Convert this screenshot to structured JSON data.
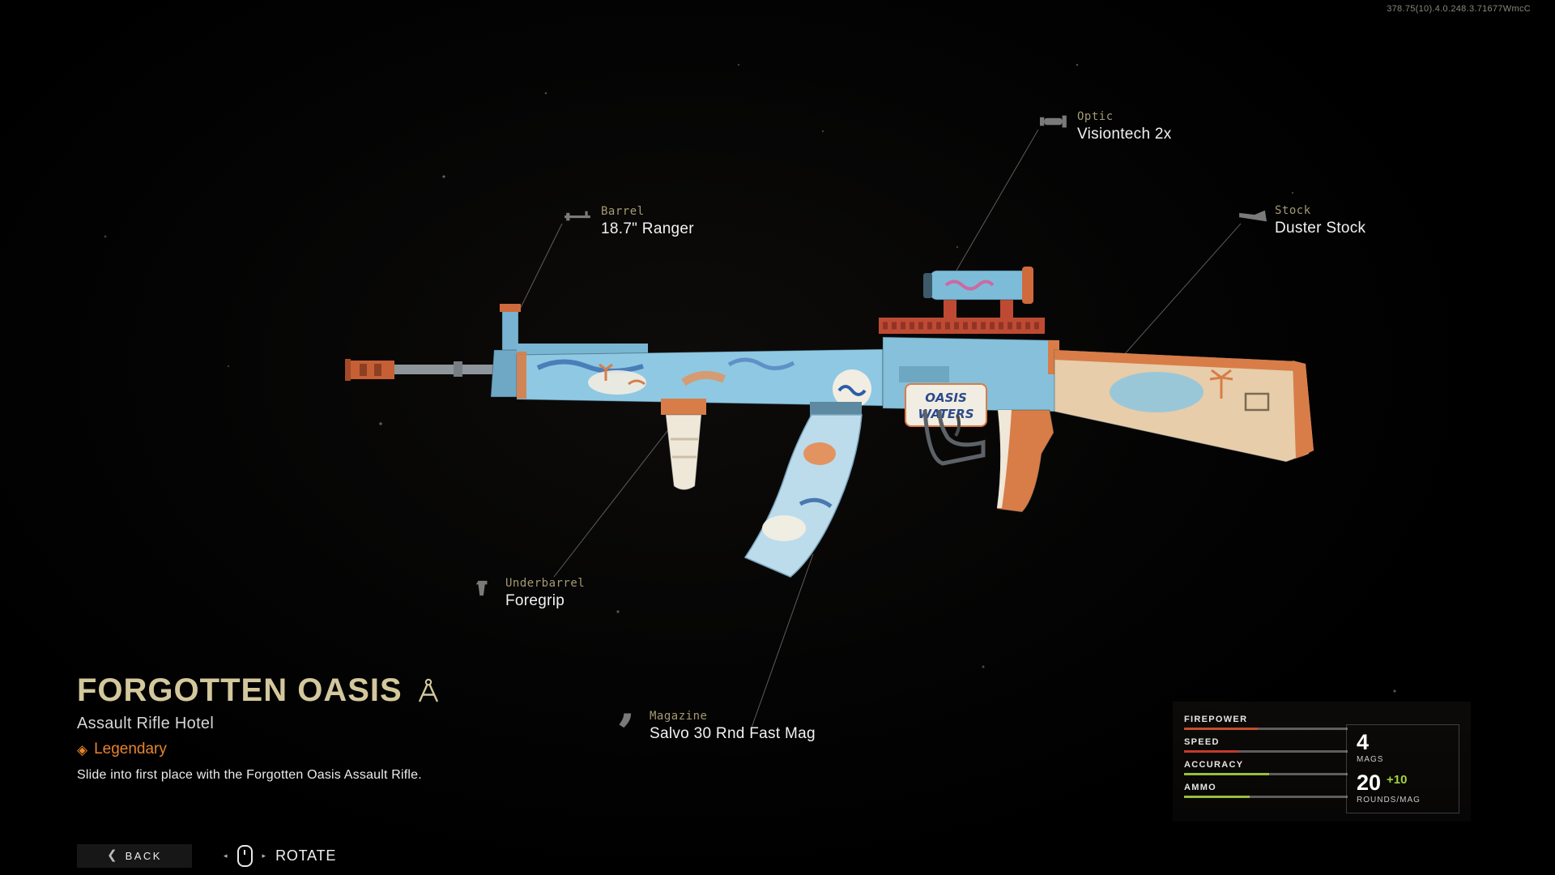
{
  "build_version": "378.75(10).4.0.248.3.71677WmcC",
  "weapon": {
    "name": "FORGOTTEN OASIS",
    "class_line": "Assault Rifle Hotel",
    "rarity": "Legendary",
    "description": "Slide into first place with the Forgotten Oasis Assault Rifle.",
    "graffiti_line1": "OASIS",
    "graffiti_line2": "WATERS"
  },
  "attachments": [
    {
      "category": "Optic",
      "name": "Visiontech 2x"
    },
    {
      "category": "Barrel",
      "name": "18.7\" Ranger"
    },
    {
      "category": "Stock",
      "name": "Duster Stock"
    },
    {
      "category": "Underbarrel",
      "name": "Foregrip"
    },
    {
      "category": "Magazine",
      "name": "Salvo 30 Rnd Fast Mag"
    }
  ],
  "stats": {
    "bars": [
      {
        "label": "FIREPOWER",
        "value": 45,
        "color": "#c2502c"
      },
      {
        "label": "SPEED",
        "value": 33,
        "color": "#c23a2c"
      },
      {
        "label": "ACCURACY",
        "value": 52,
        "color": "#96bf3e"
      },
      {
        "label": "AMMO",
        "value": 40,
        "color": "#96bf3e"
      }
    ],
    "mags_value": "4",
    "mags_label": "MAGS",
    "rounds_value": "20",
    "rounds_bonus": "+10",
    "rounds_label": "ROUNDS/MAG"
  },
  "footer": {
    "back_label": "BACK",
    "rotate_label": "ROTATE"
  },
  "colors": {
    "title_tan": "#d3c79c",
    "legendary_orange": "#e8842c",
    "category_gold": "#a59a72",
    "bonus_green": "#a4d43c"
  }
}
